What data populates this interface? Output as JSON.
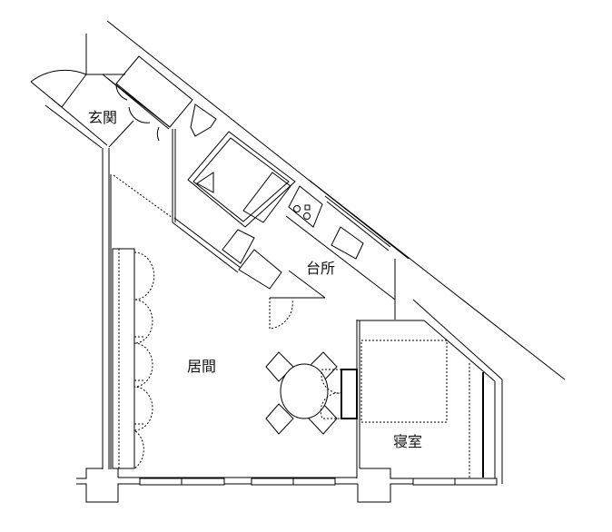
{
  "rooms": {
    "entrance": "玄関",
    "kitchen": "台所",
    "living": "居間",
    "bedroom": "寝室"
  },
  "colors": {
    "line": "#000000",
    "background": "#ffffff"
  }
}
